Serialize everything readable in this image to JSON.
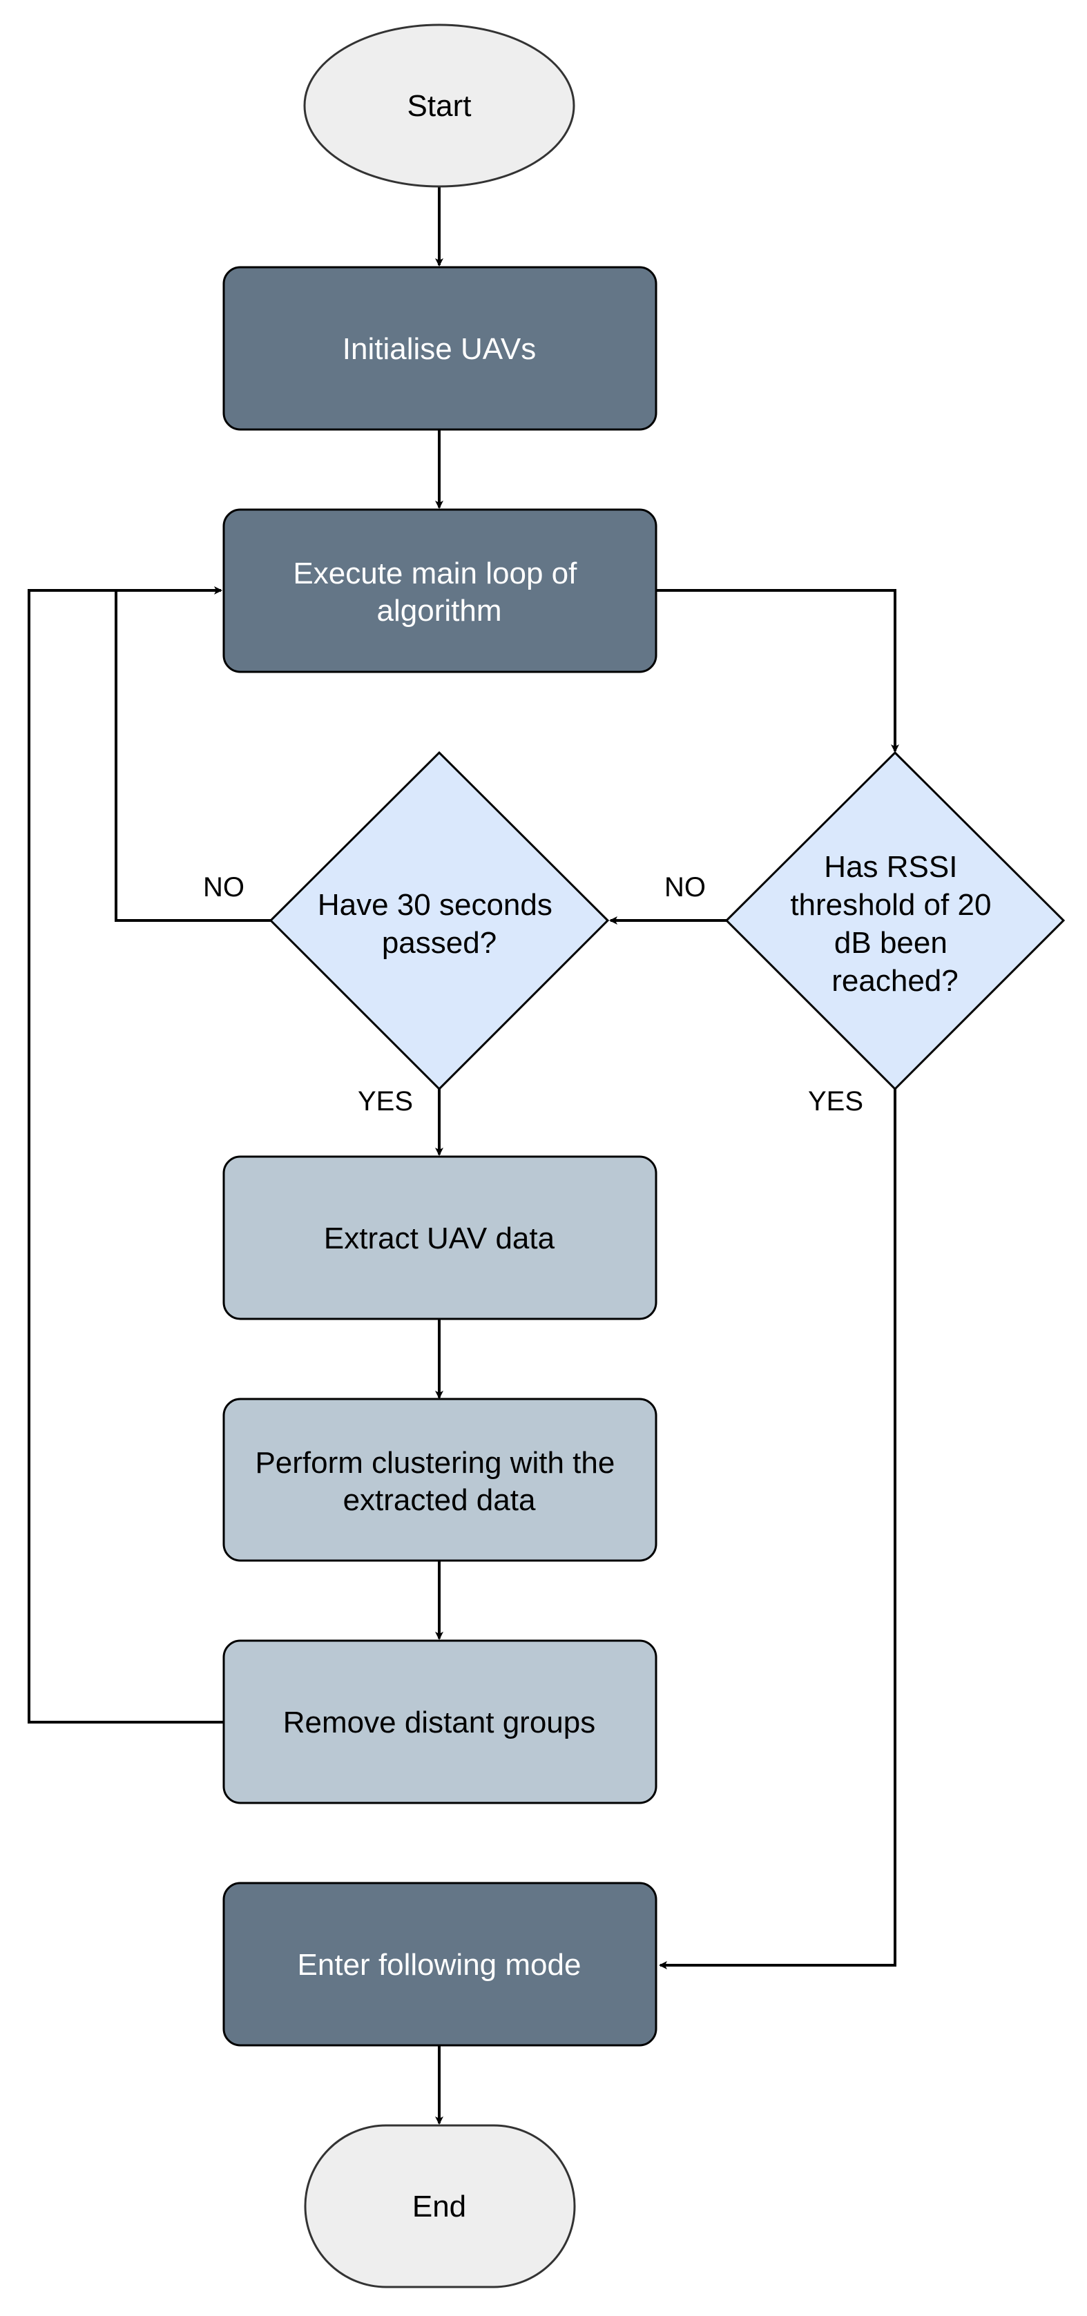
{
  "diagram": {
    "nodes": {
      "start": {
        "label": "Start"
      },
      "init": {
        "label": "Initialise UAVs"
      },
      "main_loop": {
        "label_lines": [
          "Execute main loop of",
          "algorithm"
        ]
      },
      "rssi": {
        "label_lines": [
          "Has RSSI",
          "threshold of 20",
          "dB been",
          "reached?"
        ]
      },
      "timer": {
        "label_lines": [
          "Have 30 seconds",
          "passed?"
        ]
      },
      "extract": {
        "label": "Extract UAV data"
      },
      "cluster": {
        "label_lines": [
          "Perform clustering with the",
          "extracted data"
        ]
      },
      "remove": {
        "label": "Remove distant groups"
      },
      "follow": {
        "label": "Enter following mode"
      },
      "end": {
        "label": "End"
      }
    },
    "edge_labels": {
      "rssi_no": "NO",
      "timer_no": "NO",
      "timer_yes": "YES",
      "rssi_yes": "YES"
    },
    "colors": {
      "dark_process": "#647687",
      "light_process": "#bac8d3",
      "decision": "#dae8fc",
      "terminal": "#eeeeee",
      "stroke": "#000000"
    }
  }
}
